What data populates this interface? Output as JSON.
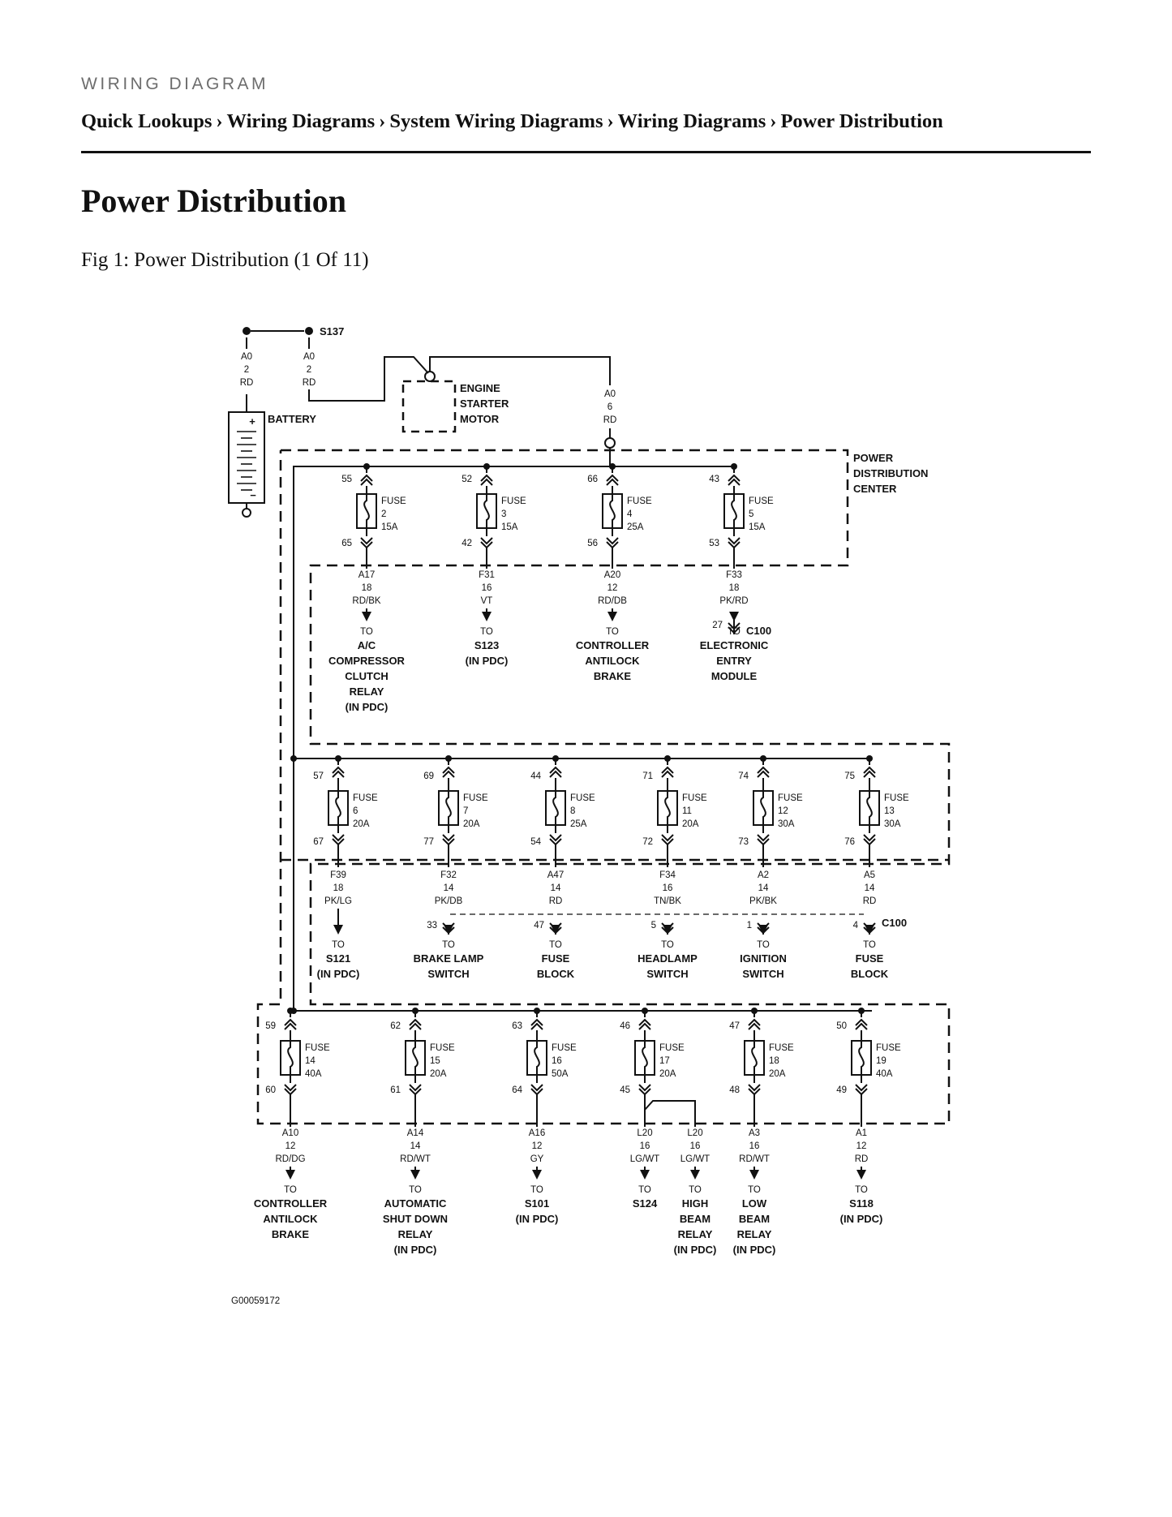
{
  "header": {
    "kicker": "WIRING DIAGRAM",
    "breadcrumb": [
      "Quick Lookups",
      "Wiring Diagrams",
      "System Wiring Diagrams",
      "Wiring Diagrams",
      "Power Distribution"
    ],
    "separator": "›"
  },
  "page_title": "Power Distribution",
  "figure_caption": "Fig 1: Power Distribution (1 Of 11)",
  "diagram": {
    "top": {
      "splice": "S137",
      "battery_label": "BATTERY",
      "battery_wire": [
        "A0",
        "2",
        "RD"
      ],
      "splice_wire": [
        "A0",
        "2",
        "RD"
      ],
      "starter_label": [
        "ENGINE",
        "STARTER",
        "MOTOR"
      ],
      "pdc_feed_wire": [
        "A0",
        "6",
        "RD"
      ],
      "pdc_label": [
        "POWER",
        "DISTRIBUTION",
        "CENTER"
      ]
    },
    "connector": "C100",
    "to": "TO",
    "row1": [
      {
        "in": "55",
        "fuse": [
          "FUSE",
          "2",
          "15A"
        ],
        "out": "65",
        "wire": [
          "A17",
          "18",
          "RD/BK"
        ],
        "dest": [
          "A/C",
          "COMPRESSOR",
          "CLUTCH",
          "RELAY",
          "(IN PDC)"
        ]
      },
      {
        "in": "52",
        "fuse": [
          "FUSE",
          "3",
          "15A"
        ],
        "out": "42",
        "wire": [
          "F31",
          "16",
          "VT"
        ],
        "dest": [
          "S123",
          "(IN PDC)"
        ]
      },
      {
        "in": "66",
        "fuse": [
          "FUSE",
          "4",
          "25A"
        ],
        "out": "56",
        "wire": [
          "A20",
          "12",
          "RD/DB"
        ],
        "dest": [
          "CONTROLLER",
          "ANTILOCK",
          "BRAKE"
        ]
      },
      {
        "in": "43",
        "fuse": [
          "FUSE",
          "5",
          "15A"
        ],
        "out": "53",
        "wire": [
          "F33",
          "18",
          "PK/RD"
        ],
        "pin": "27",
        "dest": [
          "ELECTRONIC",
          "ENTRY",
          "MODULE"
        ]
      }
    ],
    "row2": [
      {
        "in": "57",
        "fuse": [
          "FUSE",
          "6",
          "20A"
        ],
        "out": "67",
        "wire": [
          "F39",
          "18",
          "PK/LG"
        ],
        "dest": [
          "S121",
          "(IN PDC)"
        ]
      },
      {
        "in": "69",
        "fuse": [
          "FUSE",
          "7",
          "20A"
        ],
        "out": "77",
        "wire": [
          "F32",
          "14",
          "PK/DB"
        ],
        "pin": "33",
        "dest": [
          "BRAKE LAMP",
          "SWITCH"
        ]
      },
      {
        "in": "44",
        "fuse": [
          "FUSE",
          "8",
          "25A"
        ],
        "out": "54",
        "wire": [
          "A47",
          "14",
          "RD"
        ],
        "pin": "47",
        "dest": [
          "FUSE",
          "BLOCK"
        ]
      },
      {
        "in": "71",
        "fuse": [
          "FUSE",
          "11",
          "20A"
        ],
        "out": "72",
        "wire": [
          "F34",
          "16",
          "TN/BK"
        ],
        "pin": "5",
        "dest": [
          "HEADLAMP",
          "SWITCH"
        ]
      },
      {
        "in": "74",
        "fuse": [
          "FUSE",
          "12",
          "30A"
        ],
        "out": "73",
        "wire": [
          "A2",
          "14",
          "PK/BK"
        ],
        "pin": "1",
        "dest": [
          "IGNITION",
          "SWITCH"
        ]
      },
      {
        "in": "75",
        "fuse": [
          "FUSE",
          "13",
          "30A"
        ],
        "out": "76",
        "wire": [
          "A5",
          "14",
          "RD"
        ],
        "pin": "4",
        "dest": [
          "FUSE",
          "BLOCK"
        ]
      }
    ],
    "row3": [
      {
        "in": "59",
        "fuse": [
          "FUSE",
          "14",
          "40A"
        ],
        "out": "60",
        "wire": [
          "A10",
          "12",
          "RD/DG"
        ],
        "dest": [
          "CONTROLLER",
          "ANTILOCK",
          "BRAKE"
        ]
      },
      {
        "in": "62",
        "fuse": [
          "FUSE",
          "15",
          "20A"
        ],
        "out": "61",
        "wire": [
          "A14",
          "14",
          "RD/WT"
        ],
        "dest": [
          "AUTOMATIC",
          "SHUT DOWN",
          "RELAY",
          "(IN PDC)"
        ]
      },
      {
        "in": "63",
        "fuse": [
          "FUSE",
          "16",
          "50A"
        ],
        "out": "64",
        "wire": [
          "A16",
          "12",
          "GY"
        ],
        "dest": [
          "S101",
          "(IN PDC)"
        ]
      },
      {
        "in": "46",
        "fuse": [
          "FUSE",
          "17",
          "20A"
        ],
        "out": "45",
        "wire": [
          "L20",
          "16",
          "LG/WT"
        ],
        "dest": [
          "S124"
        ],
        "branch_wire": [
          "L20",
          "16",
          "LG/WT"
        ],
        "branch_dest": [
          "HIGH",
          "BEAM",
          "RELAY",
          "(IN PDC)"
        ]
      },
      {
        "in": "47",
        "fuse": [
          "FUSE",
          "18",
          "20A"
        ],
        "out": "48",
        "wire": [
          "A3",
          "16",
          "RD/WT"
        ],
        "dest": [
          "LOW",
          "BEAM",
          "RELAY",
          "(IN PDC)"
        ]
      },
      {
        "in": "50",
        "fuse": [
          "FUSE",
          "19",
          "40A"
        ],
        "out": "49",
        "wire": [
          "A1",
          "12",
          "RD"
        ],
        "dest": [
          "S118",
          "(IN PDC)"
        ]
      }
    ],
    "figure_id": "G00059172"
  }
}
